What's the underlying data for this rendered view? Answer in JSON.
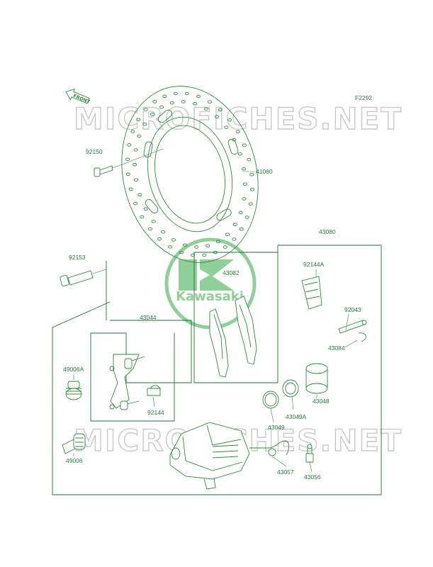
{
  "figure_code": "F2292",
  "front_arrow": "FRONT",
  "watermark": {
    "text": "MICROFICHES.NET"
  },
  "logo": {
    "brand": "Kawasaki",
    "mark_color": "#2e8b3e"
  },
  "colors": {
    "line": "#2e8b3e",
    "label": "#2b7a3a",
    "watermark": "#c9c9c9"
  },
  "parts": [
    {
      "number": "92150"
    },
    {
      "number": "41080"
    },
    {
      "number": "43080"
    },
    {
      "number": "92153"
    },
    {
      "number": "43082"
    },
    {
      "number": "92144A"
    },
    {
      "number": "43044"
    },
    {
      "number": "92043"
    },
    {
      "number": "43084"
    },
    {
      "number": "49006A"
    },
    {
      "number": "43048"
    },
    {
      "number": "43049A"
    },
    {
      "number": "92144"
    },
    {
      "number": "43049"
    },
    {
      "number": "49006"
    },
    {
      "number": "43057"
    },
    {
      "number": "43056"
    }
  ]
}
